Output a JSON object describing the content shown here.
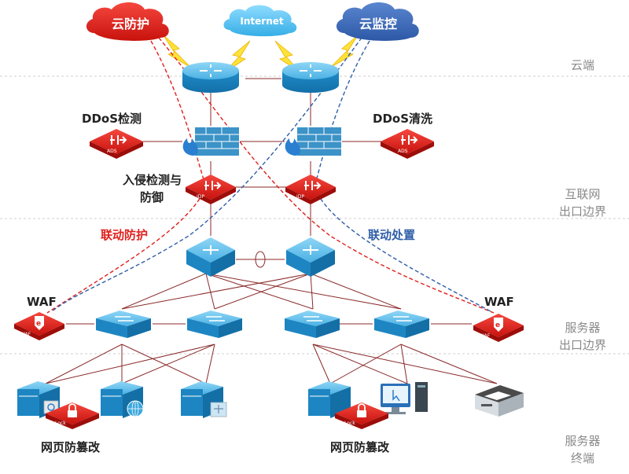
{
  "clouds": {
    "protect": "云防护",
    "internet": "Internet",
    "monitor": "云监控"
  },
  "zones": {
    "cloud": "云端",
    "internet_edge_1": "互联网",
    "internet_edge_2": "出口边界",
    "server_edge_1": "服务器",
    "server_edge_2": "出口边界",
    "server_end_1": "服务器",
    "server_end_2": "终端"
  },
  "labels": {
    "ddos_detect": "DDoS检测",
    "ddos_clean": "DDoS清洗",
    "ips_1": "入侵检测与",
    "ips_2": "防御",
    "linked_protect": "联动防护",
    "linked_handle": "联动处置",
    "waf_left": "WAF",
    "waf_right": "WAF",
    "tamper_left": "网页防篡改",
    "tamper_right": "网页防篡改"
  },
  "device_tags": {
    "ads": "ADS",
    "idp": "IDP",
    "waf": "WAF",
    "lock": "Lock"
  },
  "colors": {
    "red": "#e0201c",
    "blue": "#2f5ea8",
    "device_blue": "#3aa7dc",
    "zone_text": "#8a8a8a",
    "line": "#8b2a2a"
  }
}
